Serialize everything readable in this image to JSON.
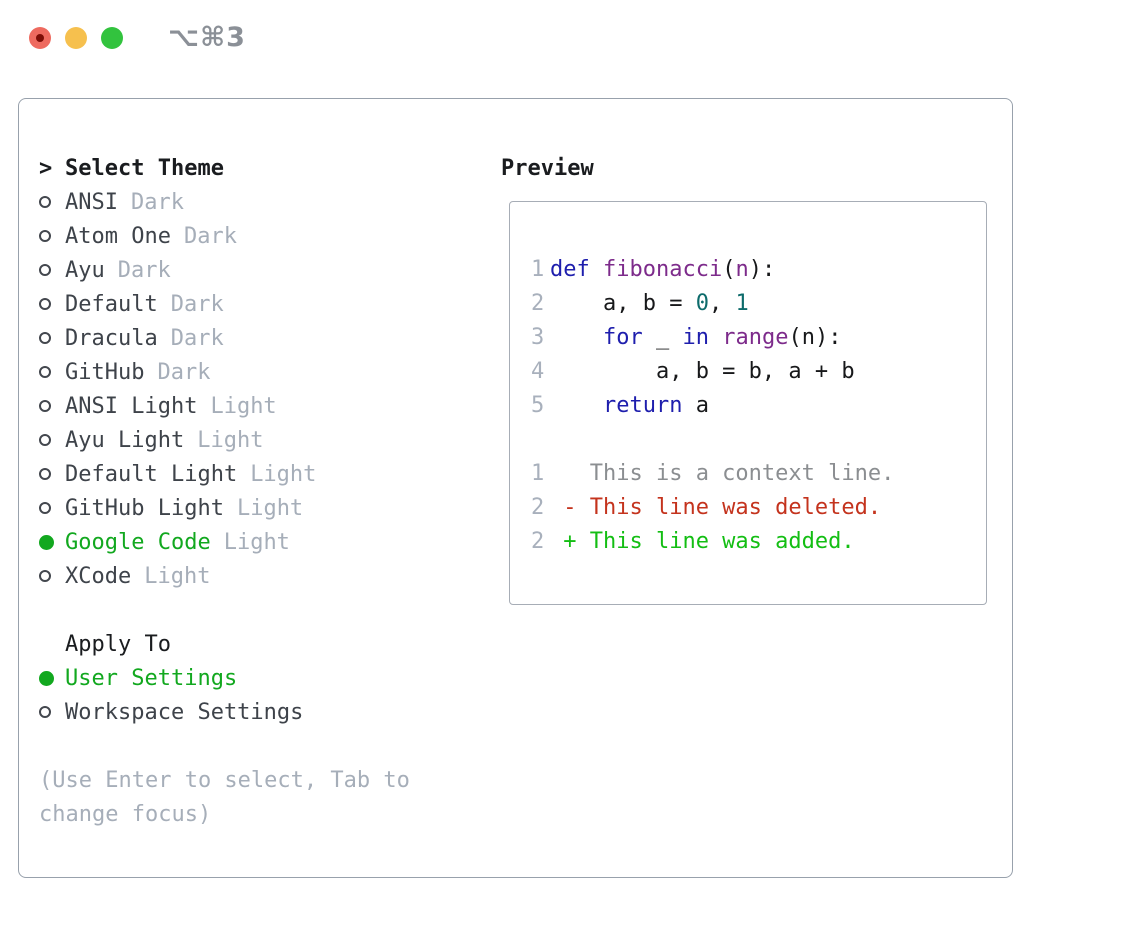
{
  "window": {
    "shortcut": "⌥⌘3",
    "traffic_lights": [
      "close",
      "minimize",
      "zoom"
    ]
  },
  "colors": {
    "accent_green": "#12a81f",
    "traffic_red": "#ee6a5f",
    "traffic_yellow": "#f6c04e",
    "traffic_green": "#32c33e",
    "keyword_blue": "#1e1ead",
    "function_purple": "#7d2b8b",
    "literal_teal": "#0d6b6b",
    "plain_code": "#17181a",
    "deleted_red": "#c4331d",
    "added_green": "#13be13"
  },
  "theme_panel": {
    "header": {
      "marker": ">",
      "label": "Select Theme"
    },
    "themes": [
      {
        "name": "ANSI",
        "variant": "Dark",
        "selected": false
      },
      {
        "name": "Atom One",
        "variant": "Dark",
        "selected": false
      },
      {
        "name": "Ayu",
        "variant": "Dark",
        "selected": false
      },
      {
        "name": "Default",
        "variant": "Dark",
        "selected": false
      },
      {
        "name": "Dracula",
        "variant": "Dark",
        "selected": false
      },
      {
        "name": "GitHub",
        "variant": "Dark",
        "selected": false
      },
      {
        "name": "ANSI Light",
        "variant": "Light",
        "selected": false
      },
      {
        "name": "Ayu Light",
        "variant": "Light",
        "selected": false
      },
      {
        "name": "Default Light",
        "variant": "Light",
        "selected": false
      },
      {
        "name": "GitHub Light",
        "variant": "Light",
        "selected": false
      },
      {
        "name": "Google Code",
        "variant": "Light",
        "selected": true
      },
      {
        "name": "XCode",
        "variant": "Light",
        "selected": false
      }
    ],
    "apply_to": {
      "label": "Apply To",
      "options": [
        {
          "name": "User Settings",
          "selected": true
        },
        {
          "name": "Workspace Settings",
          "selected": false
        }
      ]
    },
    "help": [
      "(Use Enter to select, Tab to",
      "change focus)"
    ]
  },
  "preview": {
    "title": "Preview",
    "lines": [
      {
        "type": "code",
        "num": "1",
        "tokens": [
          [
            "kw",
            "def"
          ],
          [
            "pl",
            " "
          ],
          [
            "fn",
            "fibonacci"
          ],
          [
            "pl",
            "("
          ],
          [
            "fn",
            "n"
          ],
          [
            "pl",
            "):"
          ]
        ]
      },
      {
        "type": "code",
        "num": "2",
        "tokens": [
          [
            "pl",
            "    a, b = "
          ],
          [
            "lit",
            "0"
          ],
          [
            "pl",
            ", "
          ],
          [
            "lit",
            "1"
          ]
        ]
      },
      {
        "type": "code",
        "num": "3",
        "tokens": [
          [
            "pl",
            "    "
          ],
          [
            "kw",
            "for"
          ],
          [
            "pl",
            " _ "
          ],
          [
            "kw",
            "in"
          ],
          [
            "pl",
            " "
          ],
          [
            "fn",
            "range"
          ],
          [
            "pl",
            "(n):"
          ]
        ]
      },
      {
        "type": "code",
        "num": "4",
        "tokens": [
          [
            "pl",
            "        a, b = b, a + b"
          ]
        ]
      },
      {
        "type": "code",
        "num": "5",
        "tokens": [
          [
            "pl",
            "    "
          ],
          [
            "kw",
            "return"
          ],
          [
            "pl",
            " a"
          ]
        ]
      },
      {
        "type": "blank"
      },
      {
        "type": "context",
        "num": "1",
        "text": "   This is a context line."
      },
      {
        "type": "deleted",
        "num": "2",
        "text": " - This line was deleted."
      },
      {
        "type": "added",
        "num": "2",
        "text": " + This line was added."
      }
    ]
  }
}
